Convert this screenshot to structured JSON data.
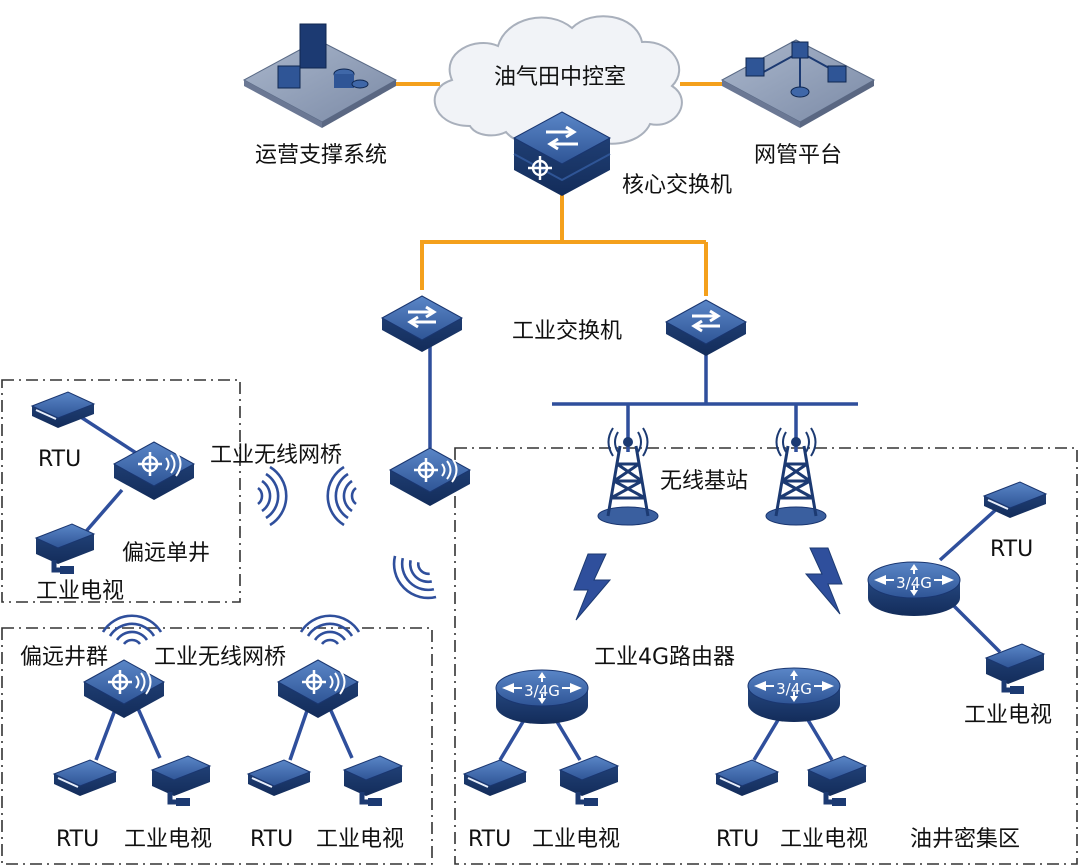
{
  "labels": {
    "cloud": "油气田中控室",
    "ops_system": "运营支撑系统",
    "nms_platform": "网管平台",
    "core_switch": "核心交换机",
    "industrial_switch": "工业交换机",
    "wireless_bridge_top": "工业无线网桥",
    "wireless_bridge_bottom": "工业无线网桥",
    "remote_single_well": "偏远单井",
    "remote_well_group": "偏远井群",
    "base_station": "无线基站",
    "router_4g": "工业4G路由器",
    "dense_well_area": "油井密集区",
    "router_badge": "3/4G",
    "rtu": "RTU",
    "cctv": "工业电视"
  },
  "colors": {
    "uplink": "#f4a01c",
    "link": "#2f4f9c",
    "device_top": "#3f67a8",
    "device_side": "#1c3a72",
    "cloud_fill": "#f1f3f7",
    "cloud_stroke": "#a9b0bc",
    "panel": "#8d9cb5",
    "border": "#333333"
  }
}
